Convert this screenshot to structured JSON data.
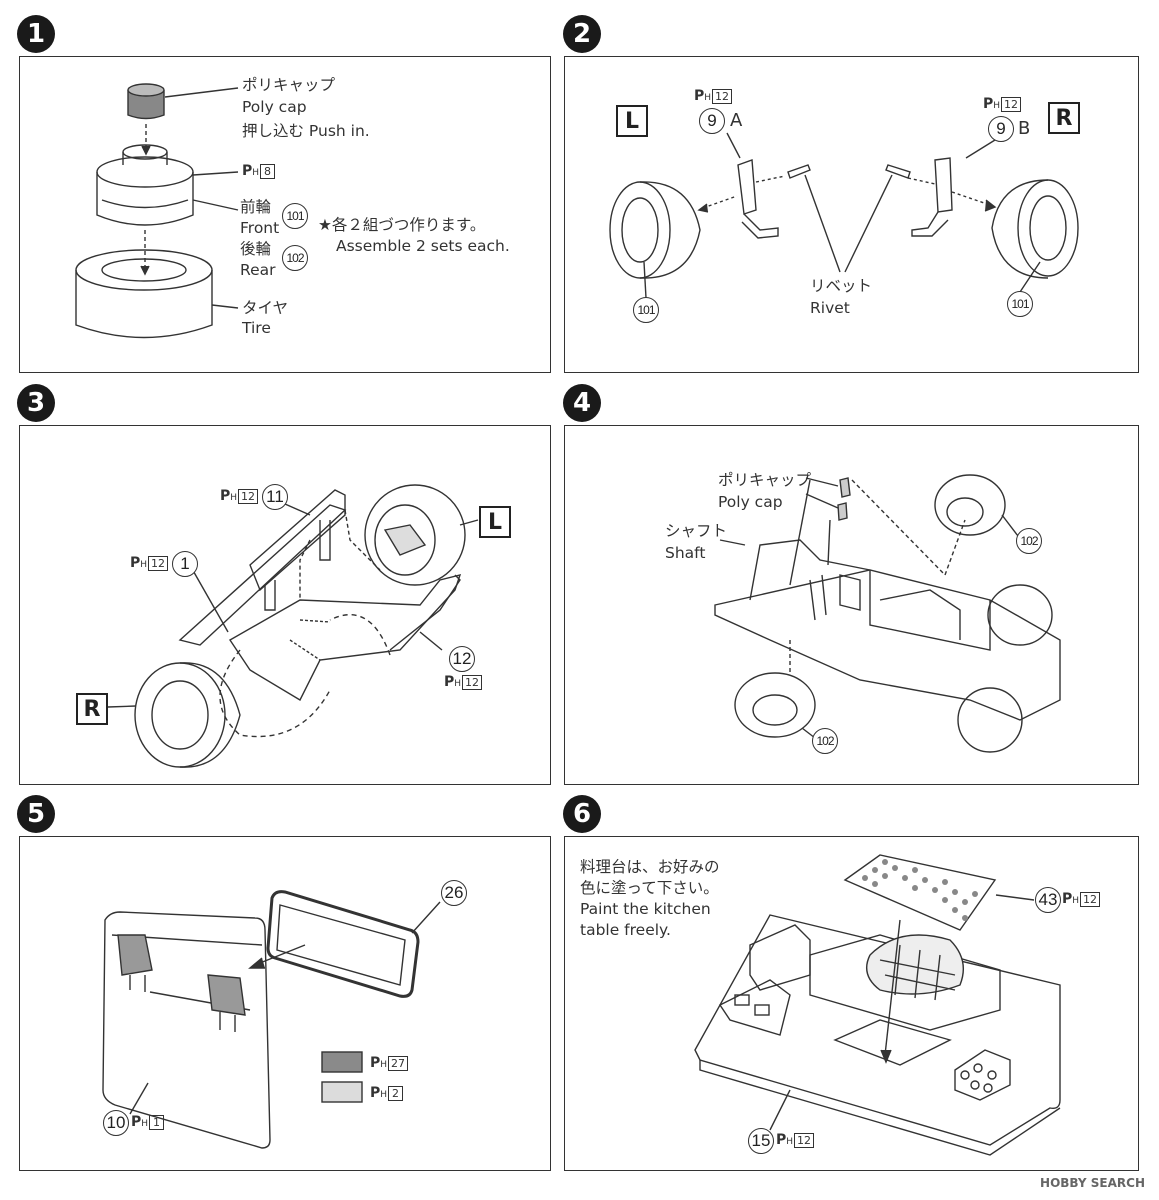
{
  "steps": [
    {
      "number": "1"
    },
    {
      "number": "2"
    },
    {
      "number": "3"
    },
    {
      "number": "4"
    },
    {
      "number": "5"
    },
    {
      "number": "6"
    }
  ],
  "step1": {
    "polycap_jp": "ポリキャップ",
    "polycap_en": "Poly cap",
    "push_in": "押し込む Push in.",
    "paint_code": "8",
    "front_jp": "前輪",
    "front_en": "Front",
    "front_part": "101",
    "rear_jp": "後輪",
    "rear_en": "Rear",
    "rear_part": "102",
    "tire_jp": "タイヤ",
    "tire_en": "Tire",
    "note_jp": "★各２組づつ作ります。",
    "note_en": "Assemble 2 sets each."
  },
  "step2": {
    "left_label": "L",
    "right_label": "R",
    "left_part": "9",
    "left_variant": "A",
    "right_part": "9",
    "right_variant": "B",
    "paint_code": "12",
    "rivet_jp": "リベット",
    "rivet_en": "Rivet",
    "wheel_part": "101"
  },
  "step3": {
    "part_11": "11",
    "part_1": "1",
    "part_12": "12",
    "paint_code": "12",
    "left_label": "L",
    "right_label": "R"
  },
  "step4": {
    "polycap_jp": "ポリキャップ",
    "polycap_en": "Poly cap",
    "shaft_jp": "シャフト",
    "shaft_en": "Shaft",
    "wheel_part": "102"
  },
  "step5": {
    "part_26": "26",
    "part_10": "10",
    "paint_10": "1",
    "swatch_dark_code": "27",
    "swatch_light_code": "2",
    "swatch_dark_color": "#8a8a8a",
    "swatch_light_color": "#dcdcdc"
  },
  "step6": {
    "note_jp_1": "料理台は、お好みの",
    "note_jp_2": "色に塗って下さい。",
    "note_en_1": "Paint the kitchen",
    "note_en_2": "table freely.",
    "part_43": "43",
    "part_15": "15",
    "paint_code": "12"
  },
  "watermark": "HOBBY SEARCH"
}
